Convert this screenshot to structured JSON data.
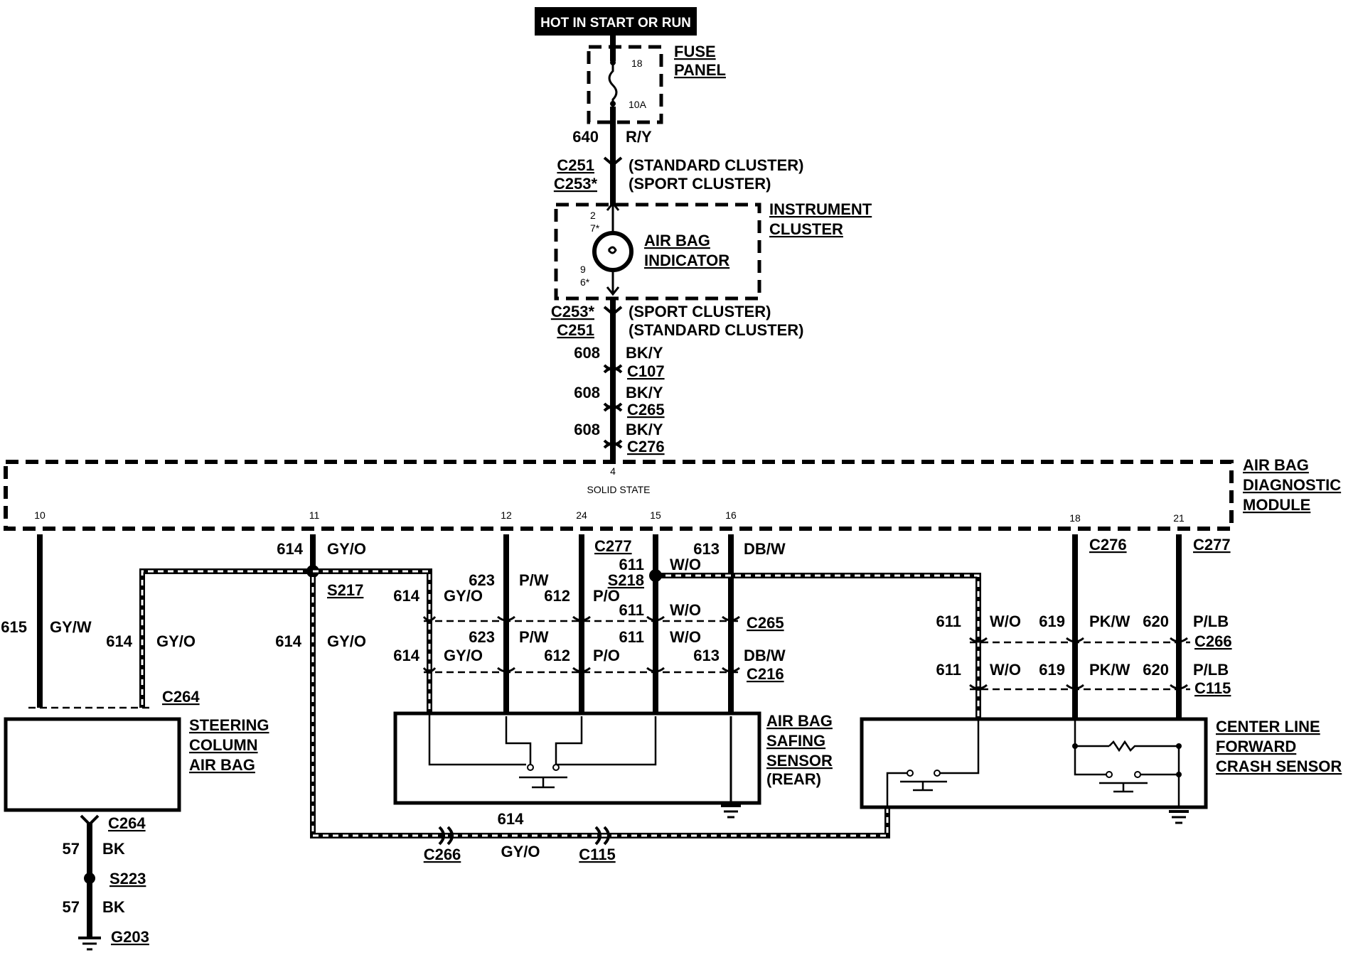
{
  "source": {
    "label": "HOT IN START OR RUN"
  },
  "fuse_panel": {
    "title": [
      "FUSE",
      "PANEL"
    ],
    "fuse_number": "18",
    "fuse_rating": "10A"
  },
  "wire_640": {
    "number": "640",
    "color": "R/Y"
  },
  "connectors_top": [
    {
      "id": "C251",
      "note": "(STANDARD CLUSTER)"
    },
    {
      "id": "C253*",
      "note": "(SPORT CLUSTER)"
    }
  ],
  "instrument_cluster": {
    "title": [
      "INSTRUMENT",
      "CLUSTER"
    ],
    "indicator": [
      "AIR BAG",
      "INDICATOR"
    ],
    "pins_top": [
      "2",
      "7*"
    ],
    "pins_bottom": [
      "9",
      "6*"
    ]
  },
  "connectors_mid": [
    {
      "id": "C253*",
      "note": "(SPORT CLUSTER)"
    },
    {
      "id": "C251",
      "note": "(STANDARD CLUSTER)"
    }
  ],
  "wire_608": [
    {
      "number": "608",
      "color": "BK/Y",
      "connector": "C107"
    },
    {
      "number": "608",
      "color": "BK/Y",
      "connector": "C265"
    },
    {
      "number": "608",
      "color": "BK/Y",
      "connector": "C276"
    }
  ],
  "diagnostic_module": {
    "title": [
      "AIR BAG",
      "DIAGNOSTIC",
      "MODULE"
    ],
    "subtitle": "SOLID STATE",
    "top_pin": "4",
    "pins": [
      "10",
      "11",
      "12",
      "24",
      "15",
      "16",
      "18",
      "21"
    ]
  },
  "steering_column": {
    "title": [
      "STEERING",
      "COLUMN",
      "AIR BAG"
    ],
    "wire_615": {
      "number": "615",
      "color": "GY/W"
    },
    "wire_614": {
      "number": "614",
      "color": "GY/O"
    },
    "connector": "C264",
    "ground_connector": "C264",
    "ground_wire": {
      "number": "57",
      "color": "BK"
    },
    "splice": "S223",
    "ground_wire2": {
      "number": "57",
      "color": "BK"
    },
    "ground": "G203"
  },
  "wire_614_main": {
    "number": "614",
    "color": "GY/O",
    "splice": "S217",
    "branch_number": "614",
    "branch_color": "GY/O"
  },
  "safing_sensor": {
    "title": [
      "AIR BAG",
      "SAFING",
      "SENSOR",
      "(REAR)"
    ],
    "connector_277": "C277",
    "splice_218": "S218",
    "wire_613": {
      "number": "613",
      "color": "DB/W"
    },
    "wire_611_a": {
      "number": "611",
      "color": "W/O"
    },
    "row1": [
      {
        "number": "623",
        "color": "P/W"
      },
      {
        "number": "614",
        "color": "GY/O"
      },
      {
        "number": "612",
        "color": "P/O"
      },
      {
        "number": "611",
        "color": "W/O"
      }
    ],
    "conn_row1": "C265",
    "row2": [
      {
        "number": "623",
        "color": "P/W"
      },
      {
        "number": "614",
        "color": "GY/O"
      },
      {
        "number": "612",
        "color": "P/O"
      },
      {
        "number": "611",
        "color": "W/O"
      },
      {
        "number": "613",
        "color": "DB/W"
      }
    ],
    "conn_row2": "C216"
  },
  "bottom_run": {
    "number": "614",
    "color": "GY/O",
    "connectors": [
      "C266",
      "C115"
    ]
  },
  "crash_sensor": {
    "title": [
      "CENTER LINE",
      "FORWARD",
      "CRASH SENSOR"
    ],
    "connectors_top": [
      "C276",
      "C277"
    ],
    "row1": [
      {
        "number": "611",
        "color": "W/O"
      },
      {
        "number": "619",
        "color": "PK/W"
      },
      {
        "number": "620",
        "color": "P/LB"
      }
    ],
    "conn_row1": "C266",
    "row2": [
      {
        "number": "611",
        "color": "W/O"
      },
      {
        "number": "619",
        "color": "PK/W"
      },
      {
        "number": "620",
        "color": "P/LB"
      }
    ],
    "conn_row2": "C115"
  }
}
